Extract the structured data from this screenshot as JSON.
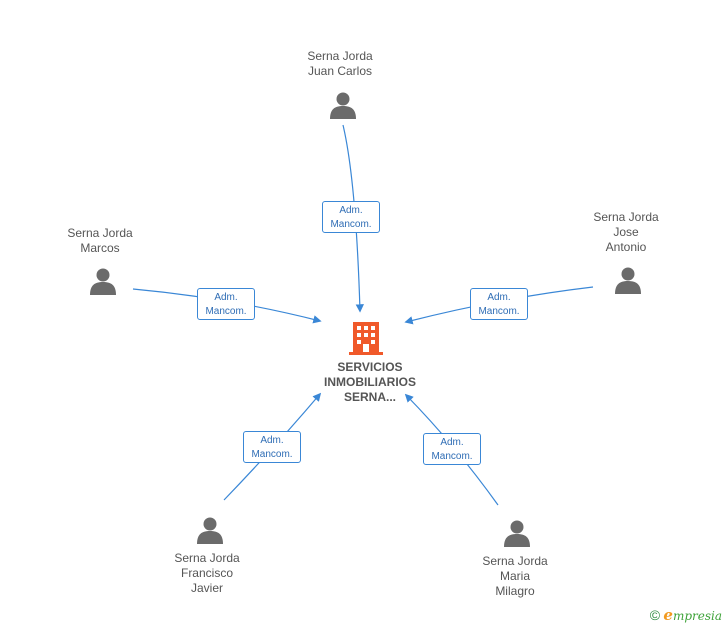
{
  "company": {
    "lines": [
      "SERVICIOS",
      "INMOBILIARIOS",
      "SERNA..."
    ],
    "icon": "building-icon",
    "color": "#f0592a"
  },
  "people": [
    {
      "id": "juan-carlos",
      "lines": [
        "Serna Jorda",
        "Juan Carlos"
      ],
      "role": [
        "Adm.",
        "Mancom."
      ]
    },
    {
      "id": "marcos",
      "lines": [
        "Serna Jorda",
        "Marcos"
      ],
      "role": [
        "Adm.",
        "Mancom."
      ]
    },
    {
      "id": "jose-antonio",
      "lines": [
        "Serna Jorda",
        "Jose",
        "Antonio"
      ],
      "role": [
        "Adm.",
        "Mancom."
      ]
    },
    {
      "id": "francisco-javier",
      "lines": [
        "Serna Jorda",
        "Francisco",
        "Javier"
      ],
      "role": [
        "Adm.",
        "Mancom."
      ]
    },
    {
      "id": "maria-milagro",
      "lines": [
        "Serna Jorda",
        "Maria",
        "Milagro"
      ],
      "role": [
        "Adm.",
        "Mancom."
      ]
    }
  ],
  "colors": {
    "edge": "#3a87d6",
    "person": "#6b6b6b",
    "text": "#555555"
  },
  "brand": {
    "copyright": "©",
    "initial": "e",
    "rest": "mpresia"
  }
}
